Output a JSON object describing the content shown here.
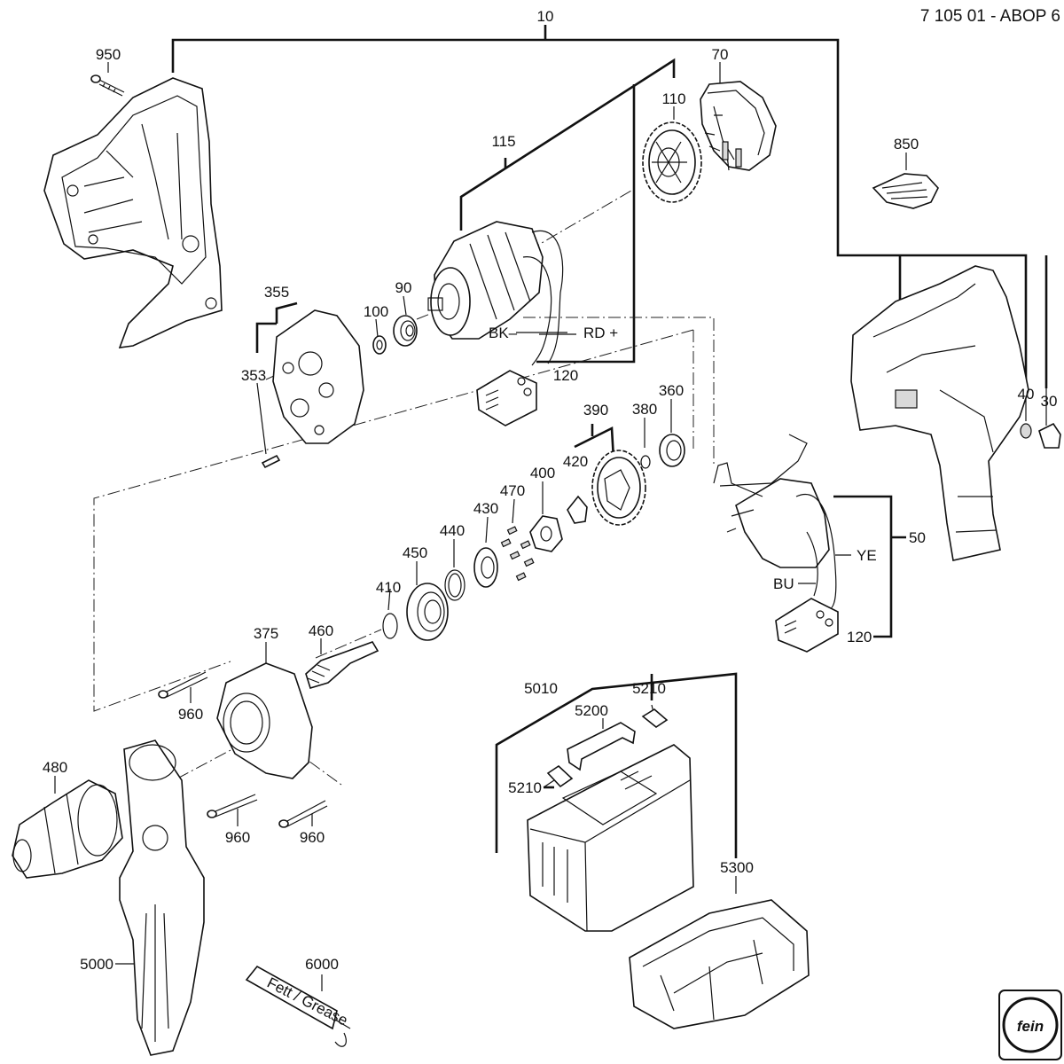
{
  "header": {
    "doc_code": "7 105 01 - ABOP 6"
  },
  "labels": {
    "p10": "10",
    "p950": "950",
    "p70": "70",
    "p110": "110",
    "p115": "115",
    "p850": "850",
    "p355": "355",
    "p90": "90",
    "p100": "100",
    "p353": "353",
    "bk": "BK–",
    "rd": "RD +",
    "p120a": "120",
    "p390": "390",
    "p380": "380",
    "p360": "360",
    "p420": "420",
    "p400": "400",
    "p470": "470",
    "p430": "430",
    "p440": "440",
    "p450": "450",
    "p410": "410",
    "p460": "460",
    "p375": "375",
    "p960a": "960",
    "p960b": "960",
    "p960c": "960",
    "p480": "480",
    "p5000": "5000",
    "p6000": "6000",
    "p40": "40",
    "p30": "30",
    "p50": "50",
    "ye": "YE",
    "bu": "BU",
    "p120b": "120",
    "p5010": "5010",
    "p5210a": "5210",
    "p5200": "5200",
    "p5210b": "5210",
    "p5300": "5300"
  },
  "part_text": {
    "grease_tube": "Fett / Grease",
    "brand_mark": "fein"
  }
}
